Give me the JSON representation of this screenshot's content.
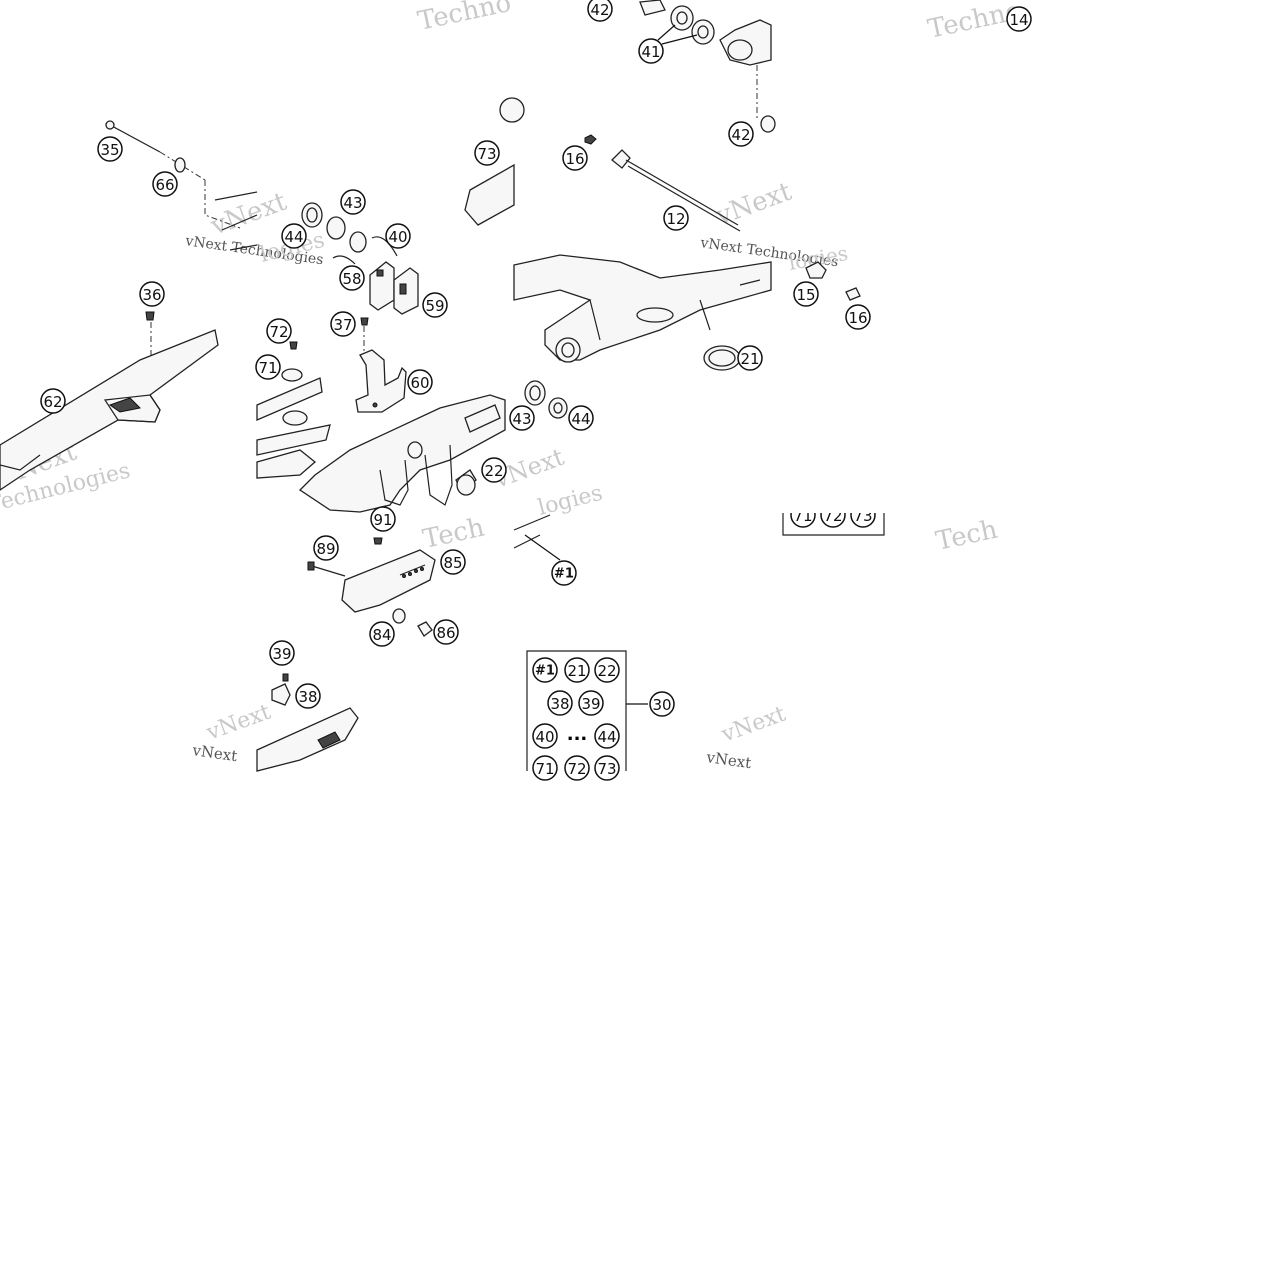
{
  "callouts": [
    {
      "id": "c42a",
      "label": "42"
    },
    {
      "id": "c41",
      "label": "41"
    },
    {
      "id": "c14",
      "label": "14"
    },
    {
      "id": "c35",
      "label": "35"
    },
    {
      "id": "c66",
      "label": "66"
    },
    {
      "id": "c73a",
      "label": "73"
    },
    {
      "id": "c16a",
      "label": "16"
    },
    {
      "id": "c42b",
      "label": "42"
    },
    {
      "id": "c43a",
      "label": "43"
    },
    {
      "id": "c44a",
      "label": "44"
    },
    {
      "id": "c40a",
      "label": "40"
    },
    {
      "id": "c12",
      "label": "12"
    },
    {
      "id": "c58",
      "label": "58"
    },
    {
      "id": "c59",
      "label": "59"
    },
    {
      "id": "c36",
      "label": "36"
    },
    {
      "id": "c15",
      "label": "15"
    },
    {
      "id": "c16b",
      "label": "16"
    },
    {
      "id": "c72a",
      "label": "72"
    },
    {
      "id": "c37",
      "label": "37"
    },
    {
      "id": "c71a",
      "label": "71"
    },
    {
      "id": "c21a",
      "label": "21"
    },
    {
      "id": "c60",
      "label": "60"
    },
    {
      "id": "c62",
      "label": "62"
    },
    {
      "id": "c43b",
      "label": "43"
    },
    {
      "id": "c44b",
      "label": "44"
    },
    {
      "id": "c22a",
      "label": "22"
    },
    {
      "id": "c91",
      "label": "91"
    },
    {
      "id": "c89",
      "label": "89"
    },
    {
      "id": "c85",
      "label": "85"
    },
    {
      "id": "c1a",
      "label": "#1"
    },
    {
      "id": "c84",
      "label": "84"
    },
    {
      "id": "c86",
      "label": "86"
    },
    {
      "id": "c39a",
      "label": "39"
    },
    {
      "id": "c38a",
      "label": "38"
    },
    {
      "id": "c30",
      "label": "30"
    }
  ],
  "kit_box": {
    "rows": [
      [
        "#1",
        "21",
        "22"
      ],
      [
        "38",
        "39"
      ],
      [
        "40",
        "...",
        "44"
      ],
      [
        "71",
        "72",
        "73"
      ]
    ]
  },
  "watermarks": {
    "brand": "vNext",
    "word1": "Techno",
    "word2": "logies",
    "full": "vNext Technologies",
    "short_tech": "Tech",
    "tech_logies": "Technologies"
  }
}
